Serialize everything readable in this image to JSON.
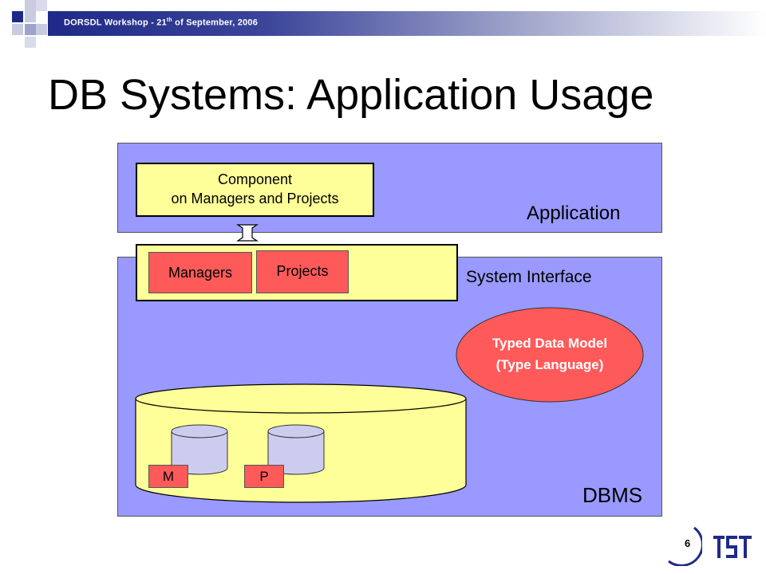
{
  "header": {
    "text_main": "DORSDL Workshop - 21",
    "text_sup": "th",
    "text_tail": " of September, 2006"
  },
  "title": "DB Systems: Application Usage",
  "diagram": {
    "component": {
      "line1": "Component",
      "line2": "on Managers and Projects"
    },
    "application_label": "Application",
    "system_interface_label": "System Interface",
    "managers_label": "Managers",
    "projects_label": "Projects",
    "typed_model": {
      "line1": "Typed Data Model",
      "line2": "(Type Language)"
    },
    "m_label": "M",
    "p_label": "P",
    "dbms_label": "DBMS"
  },
  "page_number": "6",
  "colors": {
    "box_fill": "#9999ff",
    "yellow_fill": "#ffff99",
    "red_fill": "#ff5a5a",
    "header_dark": "#1f2a88",
    "cylinder_fill": "#ccccee"
  },
  "icons": {
    "arrow": "double-vertical-arrow-icon",
    "logo": "ist-logo-icon"
  }
}
